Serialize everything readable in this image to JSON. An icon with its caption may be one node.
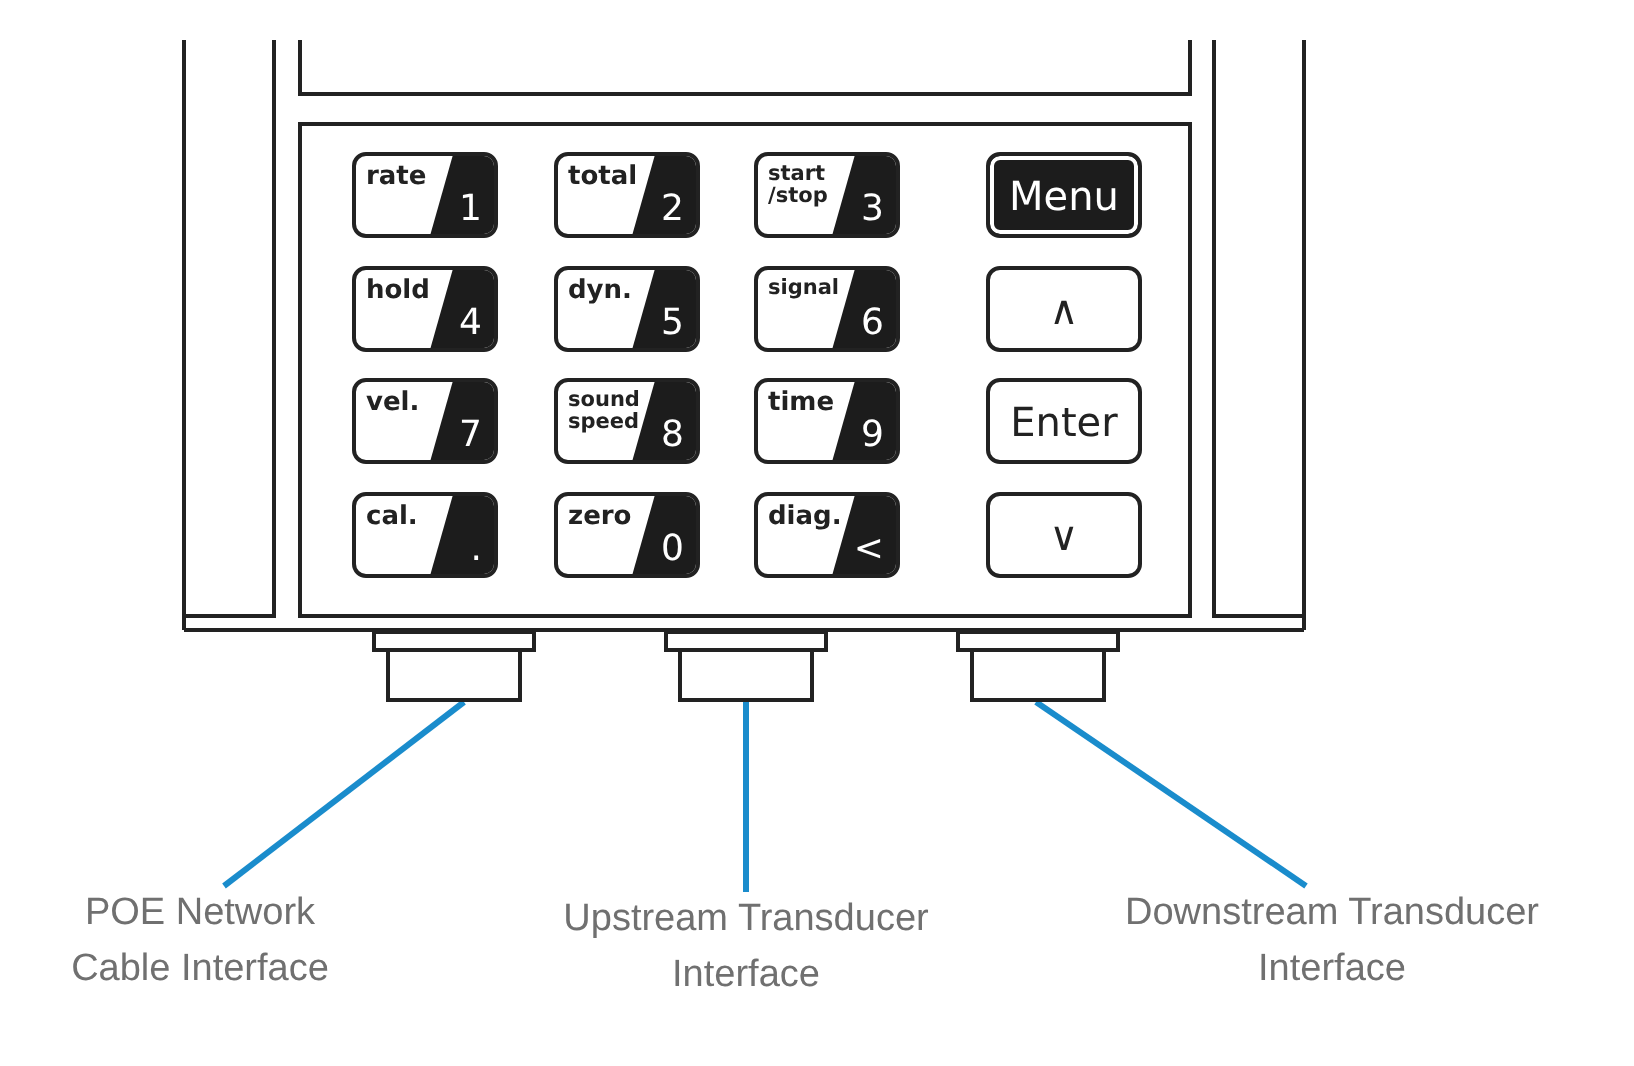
{
  "diagram": {
    "nodes": [
      {
        "text": [
          "rate",
          "1"
        ]
      },
      {
        "text": [
          "total",
          "2"
        ]
      },
      {
        "text": [
          "start /stop",
          "3"
        ]
      },
      {
        "text": [
          "Menu"
        ]
      },
      {
        "text": [
          "hold",
          "4"
        ]
      },
      {
        "text": [
          "dyn.",
          "5"
        ]
      },
      {
        "text": [
          "signal",
          "6"
        ]
      },
      {
        "text": [
          "∧"
        ]
      },
      {
        "text": [
          "vel.",
          "7"
        ]
      },
      {
        "text": [
          "sound speed",
          "8"
        ]
      },
      {
        "text": [
          "time",
          "9"
        ]
      },
      {
        "text": [
          "Enter"
        ]
      },
      {
        "text": [
          "cal.",
          "."
        ]
      },
      {
        "text": [
          "zero",
          "0"
        ]
      },
      {
        "text": [
          "diag.",
          "<"
        ]
      },
      {
        "text": [
          "∨"
        ]
      },
      {
        "text": [],
        "shape": "box"
      },
      {
        "text": [],
        "shape": "box"
      },
      {
        "text": [],
        "shape": "box"
      },
      {
        "text": [
          "POE Network Cable Interface"
        ]
      },
      {
        "text": [
          "Upstream Transducer Interface"
        ]
      },
      {
        "text": [
          "Downstream Transducer Interface"
        ]
      }
    ],
    "edges": [
      {
        "from": 19,
        "to": 16,
        "arrow": "none"
      },
      {
        "from": 20,
        "to": 17,
        "arrow": "none"
      },
      {
        "from": 21,
        "to": 18,
        "arrow": "none"
      }
    ]
  }
}
